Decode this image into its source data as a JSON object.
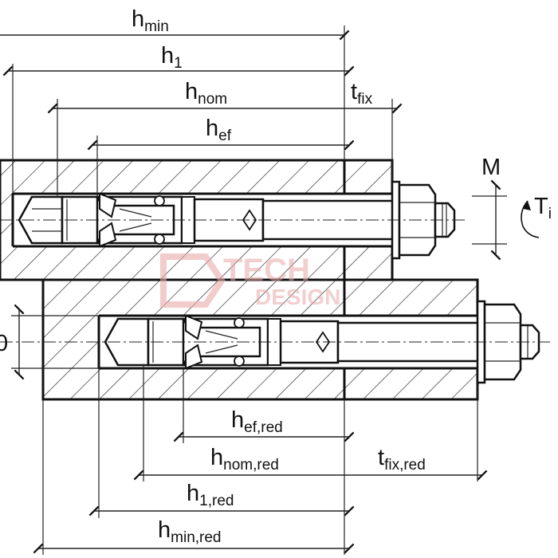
{
  "labels": {
    "h_min": {
      "main": "h",
      "sub": "min"
    },
    "h_1": {
      "main": "h",
      "sub": "1"
    },
    "h_nom": {
      "main": "h",
      "sub": "nom"
    },
    "h_ef": {
      "main": "h",
      "sub": "ef"
    },
    "t_fix": {
      "main": "t",
      "sub": "fix"
    },
    "thread": "M",
    "torque": {
      "main": "T",
      "sub": "i"
    },
    "d0_partial": "0",
    "h_ef_red": {
      "main": "h",
      "sub": "ef,red"
    },
    "h_nom_red": {
      "main": "h",
      "sub": "nom,red"
    },
    "t_fix_red": {
      "main": "t",
      "sub": "fix,red"
    },
    "h_1_red": {
      "main": "h",
      "sub": "1,red"
    },
    "h_min_red": {
      "main": "h",
      "sub": "min,red"
    }
  },
  "colors": {
    "line": "#111111",
    "watermark": "#e9a9a9",
    "anchor_fill": "#ffffff"
  }
}
